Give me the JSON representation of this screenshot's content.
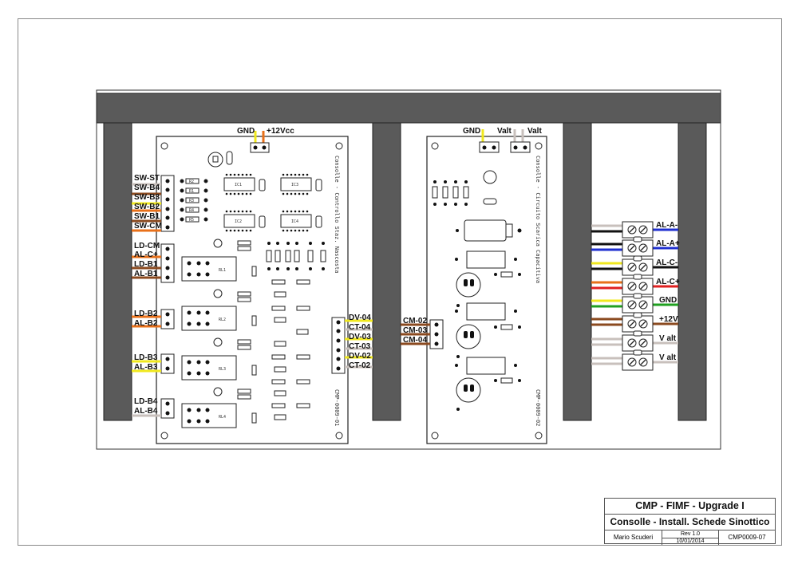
{
  "colors": {
    "bar": "#5a5a5a",
    "orange": "#e8701a",
    "yellow": "#f0e81e",
    "brown": "#8b4a1f",
    "grey": "#c8c0bc",
    "red": "#e02020",
    "blue": "#2030d0",
    "green": "#20a020",
    "black": "#111111"
  },
  "board1": {
    "top_connector": [
      "GND",
      "+12Vcc"
    ],
    "vertical_title": "Consolle - Controllo Staz. Nascosta",
    "code": "CMP-0009-01",
    "left_labels": [
      "SW-ST",
      "SW-B4",
      "SW-B3",
      "SW-B2",
      "SW-B1",
      "SW-CM",
      "LD-CM",
      "AL-C+",
      "LD-B1",
      "AL-B1",
      "LD-B2",
      "AL-B2",
      "LD-B3",
      "AL-B3",
      "LD-B4",
      "AL-B4"
    ],
    "right_labels": [
      "DV-04",
      "CT-04",
      "DV-03",
      "CT-03",
      "DV-02",
      "CT-02"
    ],
    "ic_labels": [
      "IC1",
      "IC3",
      "IC2",
      "IC4"
    ],
    "relay_labels": [
      "RL1",
      "RL2",
      "RL3",
      "RL4"
    ]
  },
  "board2": {
    "top_connector": [
      "GND",
      "Valt",
      "Valt"
    ],
    "vertical_title": "Consolle - Circuito Scarica Capacitiva",
    "code": "CMP-0009-02",
    "left_labels": [
      "CM-02",
      "CM-03",
      "CM-04"
    ]
  },
  "terminal_block": {
    "labels": [
      "AL-A-",
      "AL-A+",
      "AL-C-",
      "AL-C+",
      "GND",
      "+12V",
      "V alt",
      "V alt"
    ]
  },
  "title_block": {
    "title": "CMP  -  FIMF  -  Upgrade I",
    "subtitle": "Consolle - Install. Schede Sinottico",
    "author": "Mario Scuderi",
    "rev": "Rev 1.0",
    "date": "10/01/2014",
    "doc_code": "CMP0009-07"
  }
}
